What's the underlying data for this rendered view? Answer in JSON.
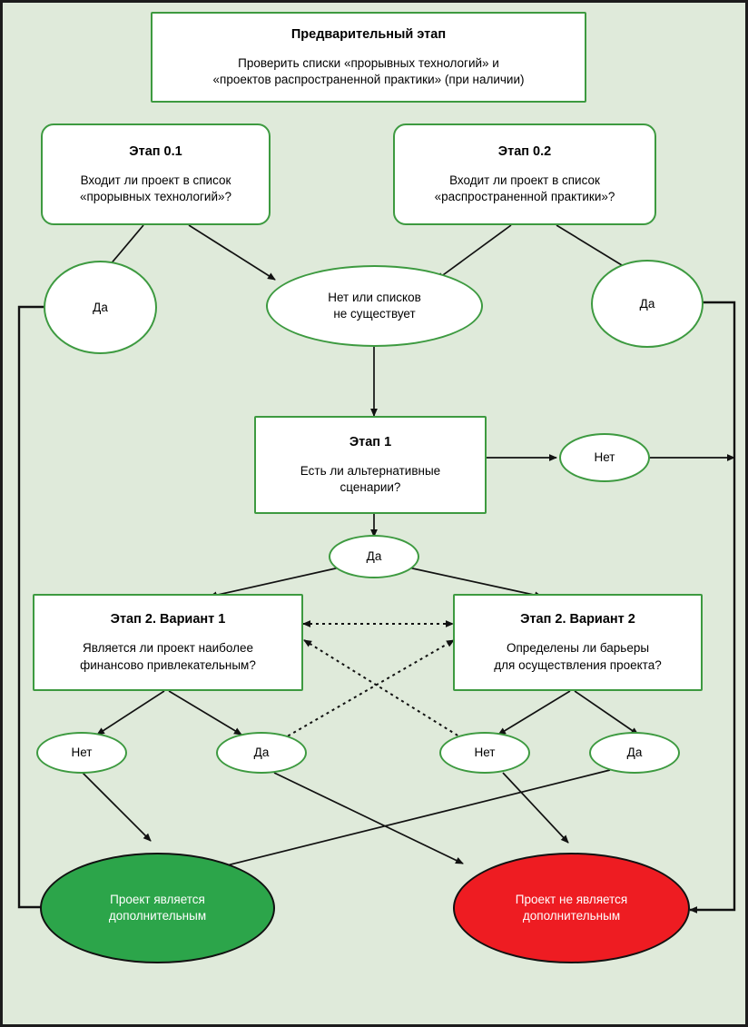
{
  "diagram": {
    "title_text": "Предварительный этап",
    "colors": {
      "background": "#dfeada",
      "node_border": "#3d9a40",
      "node_fill": "#ffffff",
      "positive_outcome": "#2ca54a",
      "negative_outcome": "#ee1c22",
      "edge": "#111111"
    },
    "nodes": {
      "preliminary": {
        "title": "Предварительный этап",
        "body_line1": "Проверить списки «прорывных технологий» и",
        "body_line2": "«проектов распространенной практики» (при наличии)"
      },
      "stage01": {
        "title": "Этап 0.1",
        "body_line1": "Входит ли проект в список",
        "body_line2": "«прорывных технологий»?"
      },
      "stage02": {
        "title": "Этап 0.2",
        "body_line1": "Входит ли проект в список",
        "body_line2": "«распространенной практики»?"
      },
      "yes_left_0": {
        "label": "Да"
      },
      "no_lists": {
        "line1": "Нет или списков",
        "line2": "не существует"
      },
      "yes_right_0": {
        "label": "Да"
      },
      "stage1": {
        "title": "Этап 1",
        "body_line1": "Есть ли альтернативные",
        "body_line2": "сценарии?"
      },
      "stage1_no": {
        "label": "Нет"
      },
      "stage1_yes": {
        "label": "Да"
      },
      "stage2_var1": {
        "title": "Этап 2. Вариант 1",
        "body_line1": "Является ли проект наиболее",
        "body_line2": "финансово привлекательным?"
      },
      "stage2_var2": {
        "title": "Этап 2. Вариант 2",
        "body_line1": "Определены ли барьеры",
        "body_line2": "для осуществления проекта?"
      },
      "var1_no": {
        "label": "Нет"
      },
      "var1_yes": {
        "label": "Да"
      },
      "var2_no": {
        "label": "Нет"
      },
      "var2_yes": {
        "label": "Да"
      },
      "outcome_additional": {
        "line1": "Проект является",
        "line2": "дополнительным"
      },
      "outcome_not_additional": {
        "line1": "Проект не является",
        "line2": "дополнительным"
      }
    }
  }
}
